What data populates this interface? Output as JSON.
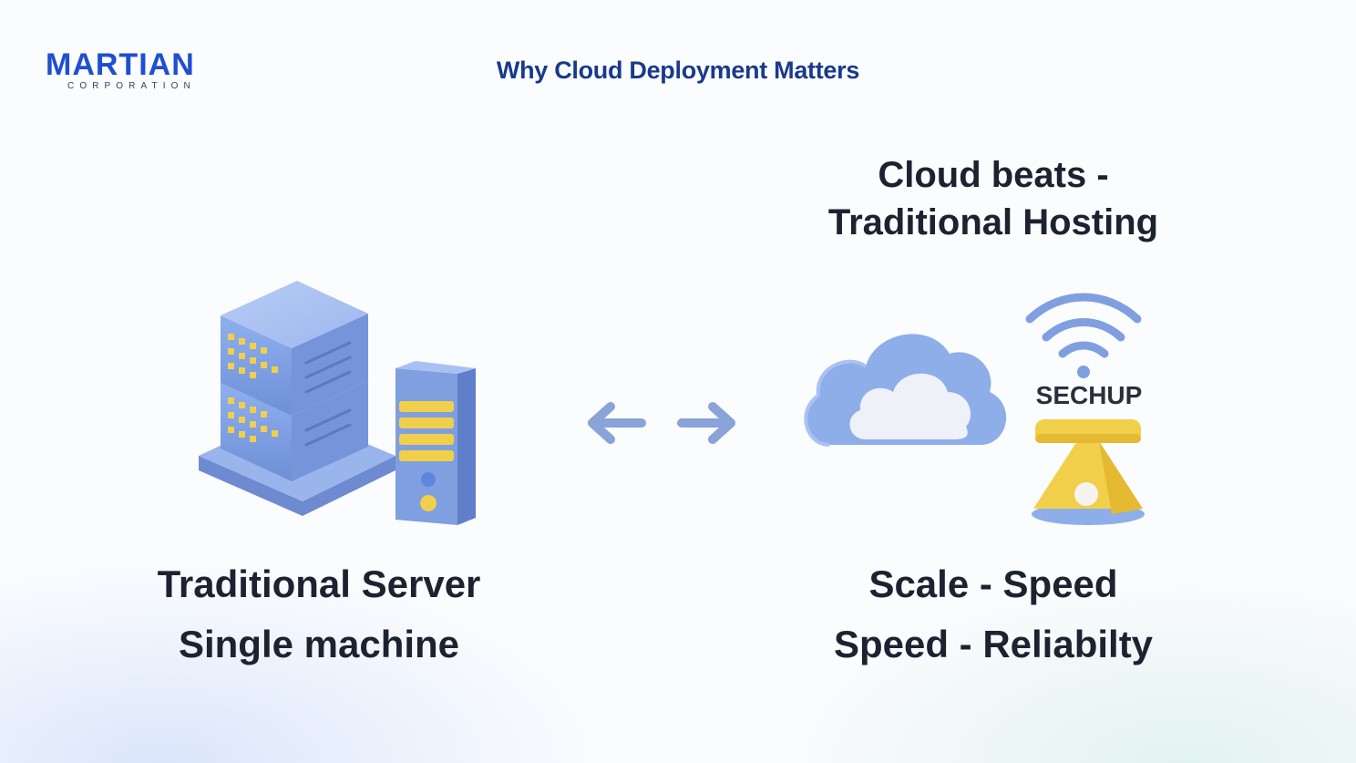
{
  "logo": {
    "wordmark": "MARTIAN",
    "subtitle": "CORPORATION"
  },
  "slide": {
    "title": "Why Cloud Deployment Matters"
  },
  "right_heading": {
    "line1": "Cloud beats -",
    "line2": "Traditional Hosting"
  },
  "left_caption": {
    "line1": "Traditional Server",
    "line2": "Single machine"
  },
  "right_caption": {
    "line1": "Scale - Speed",
    "line2": "Speed - Reliabilty"
  },
  "device_label": "SECHUP",
  "icons": {
    "server": "server-rack-icon",
    "tower": "server-tower-icon",
    "arrows": "bidirectional-arrows-icon",
    "cloud": "cloud-icon",
    "wifi": "wifi-icon",
    "beacon": "beacon-icon"
  },
  "colors": {
    "brand_blue": "#1f4fd1",
    "title_navy": "#183a8c",
    "icon_blue": "#7f9fe0",
    "icon_yellow": "#f2cf4a",
    "text_dark": "#1d2230"
  }
}
